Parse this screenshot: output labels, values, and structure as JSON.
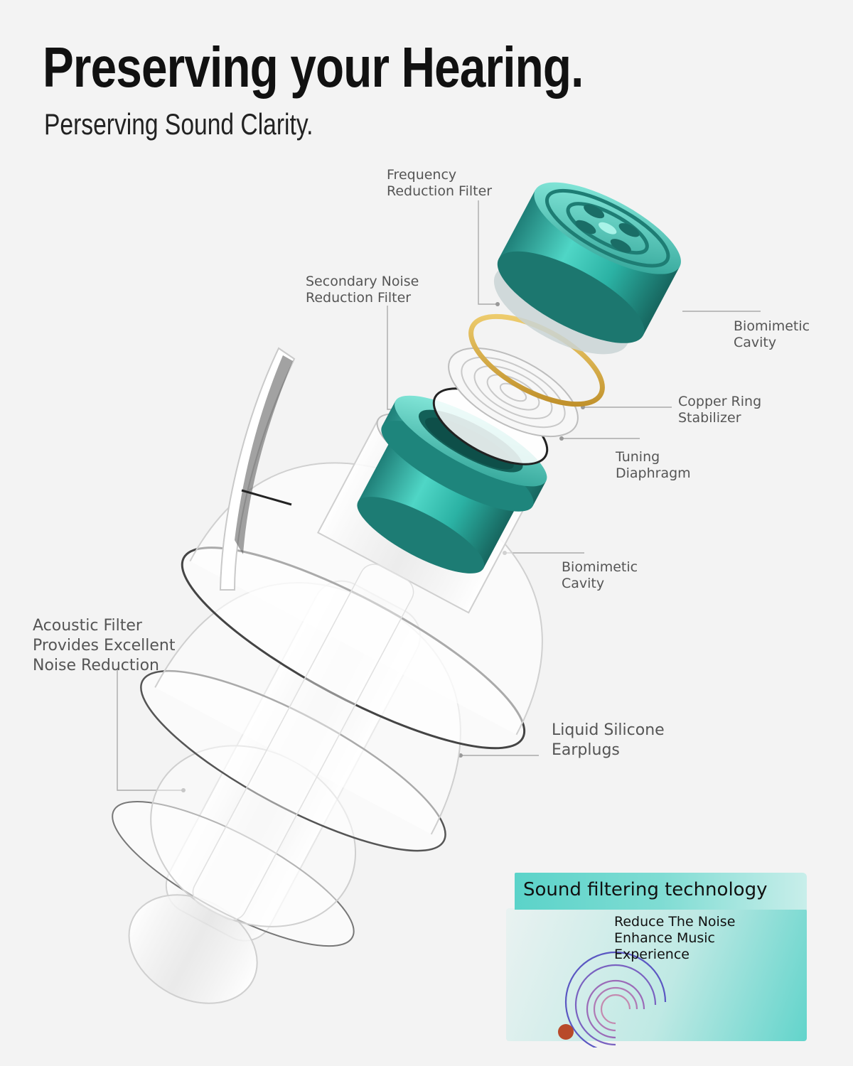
{
  "header": {
    "title": "Preserving your Hearing.",
    "subtitle": "Perserving Sound Clarity."
  },
  "labels": {
    "frequency_filter": [
      "Frequency",
      "Reduction Filter"
    ],
    "secondary_filter": [
      "Secondary Noise",
      "Reduction Filter"
    ],
    "biomimetic_top": [
      "Biomimetic",
      "Cavity"
    ],
    "copper_ring": [
      "Copper Ring",
      "Stabilizer"
    ],
    "tuning_diaphragm": [
      "Tuning",
      "Diaphragm"
    ],
    "biomimetic_mid": [
      "Biomimetic",
      "Cavity"
    ],
    "acoustic_filter": [
      "Acoustic Filter",
      "Provides Excellent",
      "Noise Reduction"
    ],
    "liquid_silicone": [
      "Liquid Silicone",
      "Earplugs"
    ]
  },
  "card": {
    "heading": "Sound filtering technology",
    "lines": [
      "Reduce The Noise",
      "Enhance Music",
      "Experience"
    ]
  },
  "colors": {
    "teal_metal": "#2aa89c",
    "gold_ring": "#e0b23a",
    "accent_dot": "#b84a2a",
    "card_teal": "#5bd3c9"
  }
}
